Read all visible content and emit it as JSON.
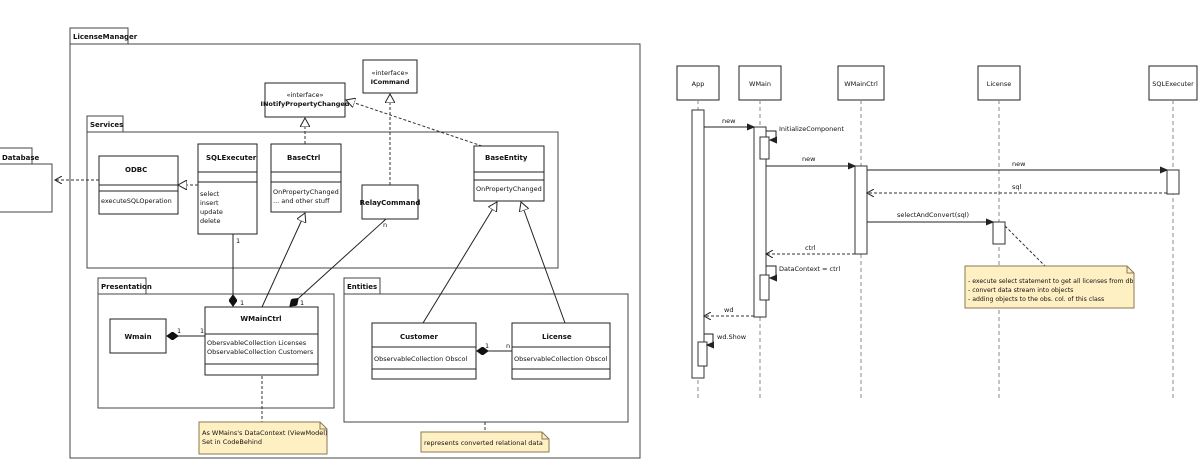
{
  "class_diagram": {
    "packages": {
      "license_manager": "LicenseManager",
      "services": "Services",
      "presentation": "Presentation",
      "entities": "Entities",
      "database": "Database"
    },
    "interfaces": {
      "inotify_stereotype": "«interface»",
      "inotify_name": "INotifyPropertyChanged",
      "icommand_stereotype": "«interface»",
      "icommand_name": "ICommand"
    },
    "classes": {
      "odbc": {
        "name": "ODBC",
        "op1": "executeSQLOperation"
      },
      "sqlexecuter": {
        "name": "SQLExecuter",
        "op1": "select",
        "op2": "insert",
        "op3": "update",
        "op4": "delete"
      },
      "basectrl": {
        "name": "BaseCtrl",
        "op1": "OnPropertyChanged",
        "op2": "... and other stuff"
      },
      "relaycommand": {
        "name": "RelayCommand"
      },
      "baseentity": {
        "name": "BaseEntity",
        "op1": "OnPropertyChanged"
      },
      "wmainctrl": {
        "name": "WMainCtrl",
        "attr1": "ObersvableCollection Licenses",
        "attr2": "ObservableCollection Customers"
      },
      "wmain": {
        "name": "Wmain"
      },
      "customer": {
        "name": "Customer",
        "attr1": "ObservableCollection Obscol"
      },
      "license": {
        "name": "License",
        "attr1": "ObservableCollection Obscol"
      }
    },
    "multiplicities": {
      "sql_to_ctrl_src": "1",
      "sql_to_ctrl_dst": "1",
      "relay_n": "n",
      "relay_1": "1",
      "wmain_1": "1",
      "ctrl_1": "1",
      "cust_1": "1",
      "lic_n": "n"
    },
    "notes": {
      "datacontext_line1": "As WMains's DataContext (ViewModel)",
      "datacontext_line2": "Set in CodeBehind",
      "relational": "represents converted relational data"
    }
  },
  "sequence_diagram": {
    "lifelines": [
      "App",
      "WMain",
      "WMainCtrl",
      "License",
      "SQLExecuter"
    ],
    "messages": {
      "new1": "new",
      "init": "InitializeComponent",
      "new2": "new",
      "new3": "new",
      "sql": "sql",
      "select": "selectAndConvert(sql)",
      "ctrl": "ctrl",
      "datacontext": "DataContext = ctrl",
      "wd": "wd",
      "wdshow": "wd.Show"
    },
    "note": {
      "line1": "- execute select statement to get all licenses from db",
      "line2": "- convert data stream into objects",
      "line3": "- adding objects to the obs. col. of this class"
    }
  },
  "colors": {
    "note_fill": "#fff0c4",
    "line": "#222222"
  }
}
